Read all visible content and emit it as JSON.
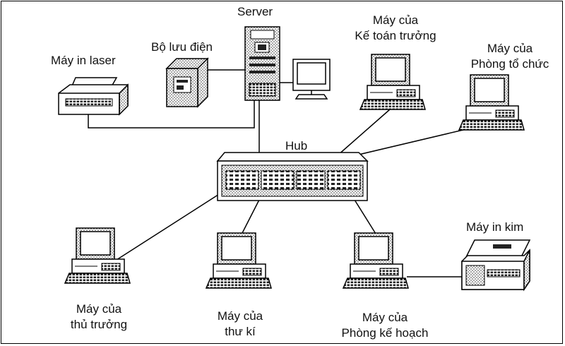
{
  "labels": {
    "server": "Server",
    "ups": "Bộ lưu điện",
    "laser_printer": "Máy in laser",
    "accountant_line1": "Máy của",
    "accountant_line2": "Kế toán trưởng",
    "org_dept_line1": "Máy của",
    "org_dept_line2": "Phòng tổ chức",
    "hub": "Hub",
    "dot_matrix_printer": "Máy in kim",
    "director_line1": "Máy của",
    "director_line2": "thủ trưởng",
    "secretary_line1": "Máy của",
    "secretary_line2": "thư kí",
    "planning_line1": "Máy của",
    "planning_line2": "Phòng kế hoạch"
  },
  "colors": {
    "line": "#000000",
    "device_fill": "#ffffff",
    "stipple": "#333333"
  }
}
